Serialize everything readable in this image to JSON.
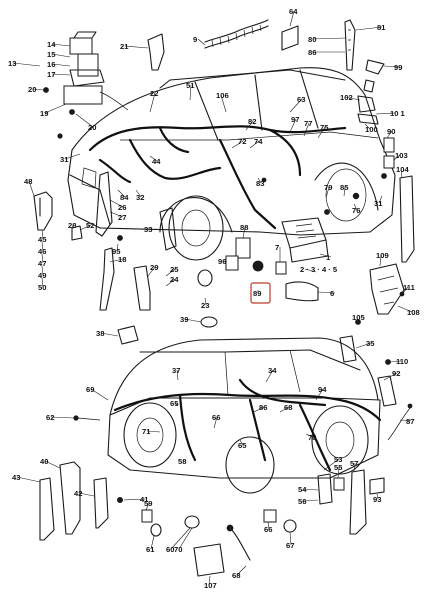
{
  "callouts": [
    {
      "id": "c64",
      "text": "64"
    },
    {
      "id": "c9",
      "text": "9"
    },
    {
      "id": "c21",
      "text": "21"
    },
    {
      "id": "c14",
      "text": "14"
    },
    {
      "id": "c15",
      "text": "15"
    },
    {
      "id": "c16",
      "text": "16"
    },
    {
      "id": "c17",
      "text": "17"
    },
    {
      "id": "c13",
      "text": "13"
    },
    {
      "id": "c20a",
      "text": "20"
    },
    {
      "id": "c19",
      "text": "19"
    },
    {
      "id": "c20b",
      "text": "20"
    },
    {
      "id": "c22",
      "text": "22"
    },
    {
      "id": "c51",
      "text": "51"
    },
    {
      "id": "c106",
      "text": "106"
    },
    {
      "id": "c82",
      "text": "82"
    },
    {
      "id": "c63",
      "text": "63"
    },
    {
      "id": "c80",
      "text": "80"
    },
    {
      "id": "c86",
      "text": "86"
    },
    {
      "id": "c81",
      "text": "81"
    },
    {
      "id": "c99",
      "text": "99"
    },
    {
      "id": "c102",
      "text": "102"
    },
    {
      "id": "c101",
      "text": "10 1"
    },
    {
      "id": "c100",
      "text": "100"
    },
    {
      "id": "c90",
      "text": "90"
    },
    {
      "id": "c103",
      "text": "103"
    },
    {
      "id": "c31a",
      "text": "31"
    },
    {
      "id": "c44",
      "text": "44"
    },
    {
      "id": "c32",
      "text": "32"
    },
    {
      "id": "c72",
      "text": "72"
    },
    {
      "id": "c74",
      "text": "74"
    },
    {
      "id": "c97",
      "text": "97"
    },
    {
      "id": "c77",
      "text": "77"
    },
    {
      "id": "c75",
      "text": "75"
    },
    {
      "id": "c83",
      "text": "83"
    },
    {
      "id": "c79",
      "text": "79"
    },
    {
      "id": "c85",
      "text": "85"
    },
    {
      "id": "c76",
      "text": "76"
    },
    {
      "id": "c31b",
      "text": "31"
    },
    {
      "id": "c104",
      "text": "104"
    },
    {
      "id": "c48",
      "text": "48"
    },
    {
      "id": "c84",
      "text": "84"
    },
    {
      "id": "c26",
      "text": "26"
    },
    {
      "id": "c27",
      "text": "27"
    },
    {
      "id": "c28",
      "text": "28"
    },
    {
      "id": "c52",
      "text": "52"
    },
    {
      "id": "c33",
      "text": "33"
    },
    {
      "id": "c18",
      "text": "18"
    },
    {
      "id": "c45",
      "text": "45"
    },
    {
      "id": "c46",
      "text": "46"
    },
    {
      "id": "c47",
      "text": "47"
    },
    {
      "id": "c49",
      "text": "49"
    },
    {
      "id": "c50",
      "text": "50"
    },
    {
      "id": "c95",
      "text": "95"
    },
    {
      "id": "c88",
      "text": "88"
    },
    {
      "id": "c7",
      "text": "7"
    },
    {
      "id": "c2345",
      "text": "2 · 3 · 4 · 5"
    },
    {
      "id": "c6",
      "text": "6"
    },
    {
      "id": "c1",
      "text": "1"
    },
    {
      "id": "c109",
      "text": "109"
    },
    {
      "id": "c111",
      "text": "111"
    },
    {
      "id": "c108",
      "text": "108"
    },
    {
      "id": "c89",
      "text": "89"
    },
    {
      "id": "c96",
      "text": "96"
    },
    {
      "id": "c29",
      "text": "29"
    },
    {
      "id": "c25",
      "text": "25"
    },
    {
      "id": "c24",
      "text": "24"
    },
    {
      "id": "c23",
      "text": "23"
    },
    {
      "id": "c105",
      "text": "105"
    },
    {
      "id": "c35",
      "text": "35"
    },
    {
      "id": "c110",
      "text": "110"
    },
    {
      "id": "c38",
      "text": "38"
    },
    {
      "id": "c39",
      "text": "39"
    },
    {
      "id": "c37",
      "text": "37"
    },
    {
      "id": "c69",
      "text": "69"
    },
    {
      "id": "c65a",
      "text": "65"
    },
    {
      "id": "c34",
      "text": "34"
    },
    {
      "id": "c94",
      "text": "94"
    },
    {
      "id": "c92",
      "text": "92"
    },
    {
      "id": "c62",
      "text": "62"
    },
    {
      "id": "c71",
      "text": "71"
    },
    {
      "id": "c66",
      "text": "66"
    },
    {
      "id": "c86b",
      "text": "86"
    },
    {
      "id": "c68",
      "text": "68"
    },
    {
      "id": "c78",
      "text": "78"
    },
    {
      "id": "c65b",
      "text": "65"
    },
    {
      "id": "c87",
      "text": "87"
    },
    {
      "id": "c40",
      "text": "40"
    },
    {
      "id": "c58",
      "text": "58"
    },
    {
      "id": "c55",
      "text": "55"
    },
    {
      "id": "c57",
      "text": "57"
    },
    {
      "id": "c43",
      "text": "43"
    },
    {
      "id": "c42",
      "text": "42"
    },
    {
      "id": "c41",
      "text": "41"
    },
    {
      "id": "c53",
      "text": "53"
    },
    {
      "id": "c54",
      "text": "54"
    },
    {
      "id": "c56",
      "text": "56"
    },
    {
      "id": "c93",
      "text": "93"
    },
    {
      "id": "c59",
      "text": "59"
    },
    {
      "id": "c61",
      "text": "61"
    },
    {
      "id": "c60",
      "text": "60"
    },
    {
      "id": "c70",
      "text": "70"
    },
    {
      "id": "c66b",
      "text": "66"
    },
    {
      "id": "c67",
      "text": "67"
    },
    {
      "id": "c107",
      "text": "107"
    },
    {
      "id": "c68b",
      "text": "68"
    }
  ]
}
